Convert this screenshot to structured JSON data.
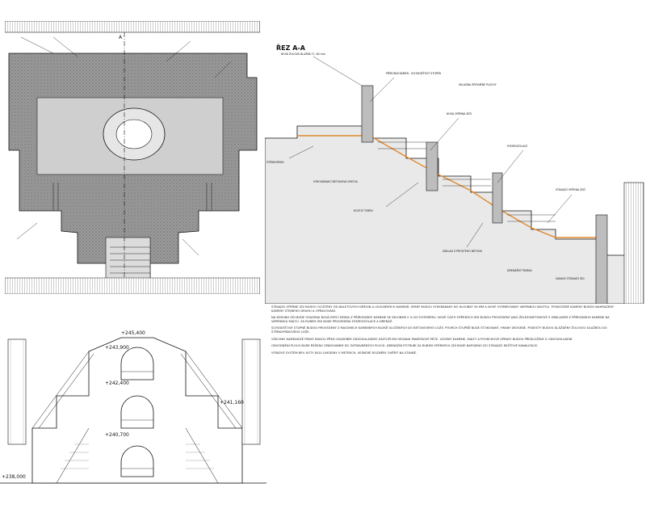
{
  "section": {
    "title": "ŘEZ A-A",
    "labels": [
      "NOVÁ ŽULOVÁ DLAŽBA TL. 60 mm",
      "PŘÍRODNÍ KÁMEN - SCHODIŠŤOVÝ STUPEŇ",
      "NOVÁ OPĚRNÁ ZEĎ",
      "HYDROIZOLACE",
      "STÁVAJÍCÍ OPĚRNÁ ZEĎ",
      "ŠTĚRKOPÍSEK",
      "ROSTLÝ TERÉN",
      "ZÁKLAD Z PROSTÉHO BETONU",
      "DRENÁŽNÍ TRUBKA",
      "VYROVNÁVACÍ BETONOVÁ VRSTVA",
      "SKLADBA ZPEVNĚNÉ PLOCHY",
      "SANACE STÁVAJÍCÍ ZDI"
    ]
  },
  "elevation": {
    "levels": [
      "+238,000",
      "+240,700",
      "+241,160",
      "+242,400",
      "+243,900",
      "+245,400"
    ]
  },
  "notes": {
    "paragraphs": [
      "STÁVAJÍCÍ OPĚRNÉ ZDI BUDOU OČIŠTĚNY OD NÁLETOVÝCH DŘEVIN A UVOLNĚNÝCH KAMENŮ. SPÁRY BUDOU VYŠKRABÁNY DO HLOUBKY 30 MM A NOVĚ VYSPÁROVÁNY VÁPENNOU MALTOU. POŠKOZENÉ KAMENY BUDOU NAHRAZENY KAMENY STEJNÉHO DRUHU A OPRACOVÁNÍ.",
      "NA KORUNU ZDI BUDE OSAZENA NOVÁ KRYCÍ DESKA Z PŘÍRODNÍHO KAMENE SE SKLONEM 2 % DO EXTERIÉRU. NOVÉ ČÁSTI OPĚRNÝCH ZDÍ BUDOU PROVEDENY JAKO ŽELEZOBETONOVÉ S OBKLADEM Z PŘÍRODNÍHO KAMENE NA VÁPENNOU MALTU. ZA RUBEM ZDI BUDE PROVEDENA HYDROIZOLACE A DRENÁŽ.",
      "SCHODIŠŤOVÉ STUPNĚ BUDOU PROVEDENY Z MASIVNÍCH KAMENNÝCH BLOKŮ ULOŽENÝCH DO BETONOVÉHO LOŽE. POVRCH STUPŇŮ BUDE ŠTOKOVANÝ, HRANY ZKOSENÉ. PODESTY BUDOU DLÁŽDĚNY ŽULOVOU DLAŽBOU DO ŠTĚRKOPÍSKOVÉHO LOŽE.",
      "VŠECHNY KAMENICKÉ PRVKY BUDOU PŘED OSAZENÍM ODSOUHLASENY ZÁSTUPCEM ORGÁNU PAMÁTKOVÉ PÉČE. VZORKY KAMENE, MALTY A POVRCHOVÉ ÚPRAVY BUDOU PŘEDLOŽENY K ODSOUHLASENÍ.",
      "ODVODNĚNÍ PLOCH BUDE ŘEŠENO SPÁDOVÁNÍM DO ZATRAVNĚNÝCH PLOCH. DRENÁŽNÍ POTRUBÍ ZA RUBEM OPĚRNÝCH ZDÍ BUDE NAPOJENO DO STÁVAJÍCÍ DEŠŤOVÉ KANALIZACE.",
      "VÝŠKOVÝ SYSTÉM BPV. KÓTY JSOU UVEDENY V METRECH. VEŠKERÉ ROZMĚRY OVĚŘIT NA STAVBĚ."
    ]
  }
}
